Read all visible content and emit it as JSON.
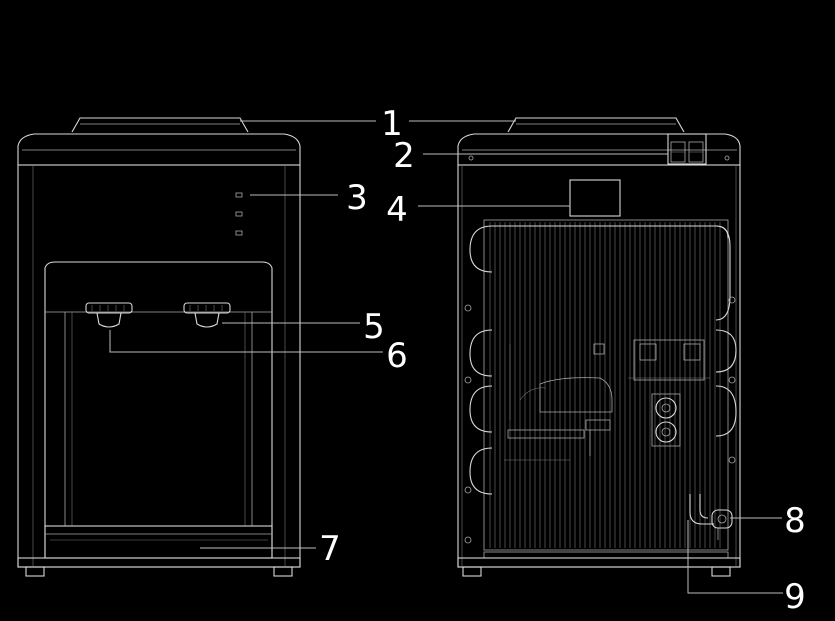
{
  "callouts": {
    "c1": "1",
    "c2": "2",
    "c3": "3",
    "c4": "4",
    "c5": "5",
    "c6": "6",
    "c7": "7",
    "c8": "8",
    "c9": "9"
  },
  "colors": {
    "background": "#000000",
    "line_art": "#d8d8d8",
    "callout_text": "#ffffff"
  }
}
